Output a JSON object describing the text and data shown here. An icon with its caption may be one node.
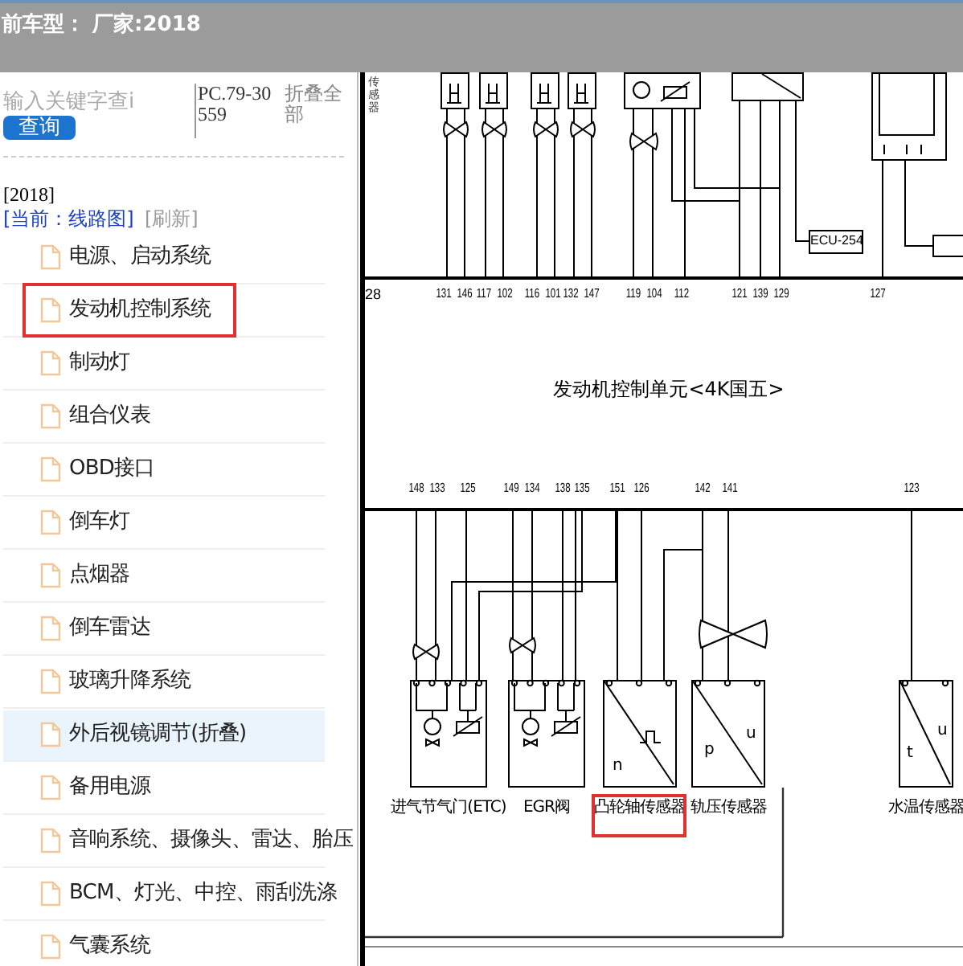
{
  "diagram": {
    "nodes": [
      {
        "text": [
          "发动机控制单元<4K国五>"
        ]
      },
      {
        "text": [],
        "shape": "box"
      },
      {
        "text": [],
        "shape": "box"
      },
      {
        "text": [],
        "shape": "box"
      },
      {
        "text": [],
        "shape": "box"
      },
      {
        "text": [],
        "shape": "box"
      },
      {
        "text": [],
        "shape": "box"
      },
      {
        "text": [],
        "shape": "box"
      },
      {
        "text": [
          "ECU-254"
        ]
      },
      {
        "text": [],
        "shape": "box"
      },
      {
        "text": [
          "进气节气门(ETC)"
        ]
      },
      {
        "text": [
          "EGR阀"
        ]
      },
      {
        "text": [
          "n",
          "凸轮轴传感器"
        ]
      },
      {
        "text": [
          "u",
          "p",
          "轨压传感器"
        ]
      },
      {
        "text": [
          "u",
          "t",
          "水温传感器"
        ]
      }
    ],
    "edges": [
      {
        "from": 1,
        "to": 0,
        "arrow": "none"
      },
      {
        "from": 1,
        "to": 0,
        "arrow": "none"
      },
      {
        "from": 2,
        "to": 0,
        "arrow": "none"
      },
      {
        "from": 2,
        "to": 0,
        "arrow": "none"
      },
      {
        "from": 3,
        "to": 0,
        "arrow": "none"
      },
      {
        "from": 3,
        "to": 0,
        "arrow": "none"
      },
      {
        "from": 4,
        "to": 0,
        "arrow": "none"
      },
      {
        "from": 4,
        "to": 0,
        "arrow": "none"
      },
      {
        "from": 5,
        "to": 0,
        "arrow": "none"
      },
      {
        "from": 5,
        "to": 0,
        "arrow": "none"
      },
      {
        "from": 5,
        "to": 0,
        "arrow": "none"
      },
      {
        "from": 5,
        "to": 0,
        "arrow": "none"
      },
      {
        "from": 5,
        "to": 0,
        "arrow": "none"
      },
      {
        "from": 6,
        "to": 0,
        "arrow": "none"
      },
      {
        "from": 6,
        "to": 0,
        "arrow": "none"
      },
      {
        "from": 6,
        "to": 0,
        "arrow": "none"
      },
      {
        "from": 6,
        "to": 8,
        "arrow": "none"
      },
      {
        "from": 7,
        "to": 0,
        "arrow": "none"
      },
      {
        "from": 7,
        "to": 9,
        "arrow": "none"
      },
      {
        "from": 0,
        "to": 10,
        "arrow": "none"
      },
      {
        "from": 0,
        "to": 10,
        "arrow": "none"
      },
      {
        "from": 0,
        "to": 10,
        "arrow": "none"
      },
      {
        "from": 0,
        "to": 10,
        "arrow": "none"
      },
      {
        "from": 0,
        "to": 10,
        "arrow": "none"
      },
      {
        "from": 0,
        "to": 11,
        "arrow": "none"
      },
      {
        "from": 0,
        "to": 11,
        "arrow": "none"
      },
      {
        "from": 0,
        "to": 11,
        "arrow": "none"
      },
      {
        "from": 0,
        "to": 11,
        "arrow": "none"
      },
      {
        "from": 0,
        "to": 12,
        "arrow": "none"
      },
      {
        "from": 0,
        "to": 12,
        "arrow": "none"
      },
      {
        "from": 0,
        "to": 12,
        "arrow": "none"
      },
      {
        "from": 0,
        "to": 13,
        "arrow": "none"
      },
      {
        "from": 0,
        "to": 13,
        "arrow": "none"
      },
      {
        "from": 0,
        "to": 14,
        "arrow": "none"
      }
    ],
    "labels": [
      "前车型： 厂家:2018",
      "输入关键字查i",
      "查询",
      "PC.79-30559",
      "折叠全部",
      "[2018]",
      "[当前：线路图]",
      "[刷新]",
      "电源、启动系统",
      "发动机控制系统",
      "制动灯",
      "组合仪表",
      "OBD接口",
      "倒车灯",
      "点烟器",
      "倒车雷达",
      "玻璃升降系统",
      "外后视镜调节(折叠)",
      "备用电源",
      "音响系统、摄像头、雷达、胎压",
      "BCM、灯光、中控、雨刮洗涤",
      "气囊系统",
      "传感器",
      "28",
      "131",
      "146",
      "117",
      "102",
      "116",
      "101",
      "132",
      "147",
      "119",
      "104",
      "112",
      "121",
      "139",
      "129",
      "127",
      "148",
      "133",
      "125",
      "149",
      "134",
      "138",
      "135",
      "151",
      "126",
      "142",
      "141",
      "123"
    ]
  }
}
